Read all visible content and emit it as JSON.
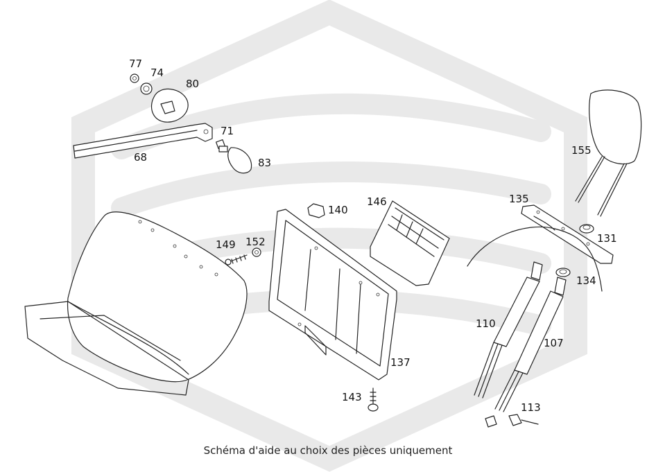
{
  "diagram": {
    "caption": "Schéma d'aide au choix des pièces uniquement",
    "watermark_color": "#e9e9e9",
    "line_color": "#222222",
    "part_labels": {
      "p77": "77",
      "p74": "74",
      "p80": "80",
      "p71": "71",
      "p68": "68",
      "p83": "83",
      "p140": "140",
      "p146": "146",
      "p135": "135",
      "p155": "155",
      "p131": "131",
      "p149": "149",
      "p152": "152",
      "p134": "134",
      "p110": "110",
      "p107": "107",
      "p137": "137",
      "p143": "143",
      "p113": "113"
    }
  }
}
